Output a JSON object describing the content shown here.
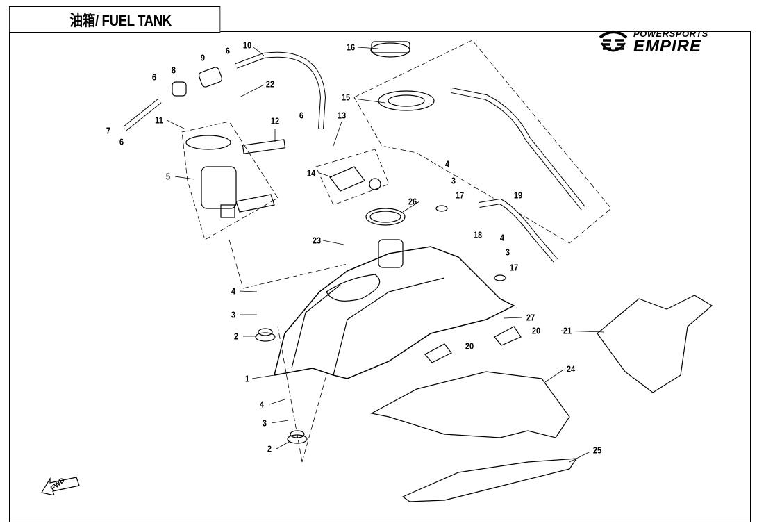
{
  "title": "油箱/ FUEL TANK",
  "logo": {
    "line1": "POWERSPORTS",
    "line2": "EMPIRE"
  },
  "fwd_label": "FWD",
  "callouts": [
    "16",
    "10",
    "6",
    "9",
    "8",
    "6",
    "22",
    "15",
    "11",
    "12",
    "6",
    "13",
    "7",
    "6",
    "5",
    "14",
    "4",
    "3",
    "17",
    "19",
    "26",
    "18",
    "23",
    "4",
    "3",
    "17",
    "4",
    "3",
    "2",
    "27",
    "20",
    "21",
    "20",
    "1",
    "24",
    "4",
    "3",
    "2",
    "25"
  ]
}
